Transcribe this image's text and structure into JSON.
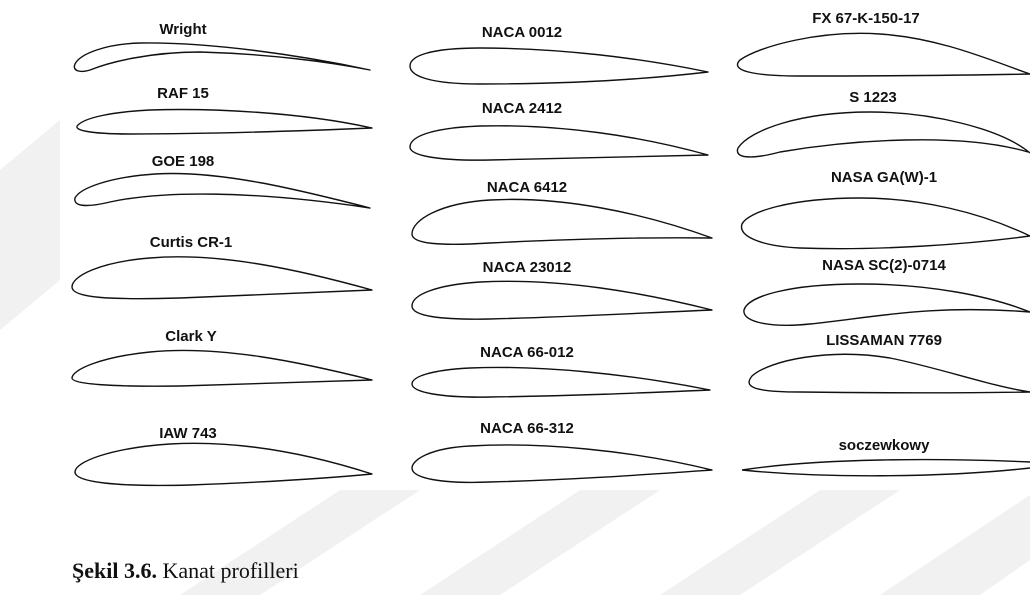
{
  "figure": {
    "columns": [
      {
        "airfoils": [
          "Wright",
          "RAF 15",
          "GOE 198",
          "Curtis CR-1",
          "Clark Y",
          "IAW 743"
        ]
      },
      {
        "airfoils": [
          "NACA 0012",
          "NACA 2412",
          "NACA 6412",
          "NACA 23012",
          "NACA 66-012",
          "NACA 66-312"
        ]
      },
      {
        "airfoils": [
          "FX 67-K-150-17",
          "S 1223",
          "NASA GA(W)-1",
          "NASA SC(2)-0714",
          "LISSAMAN 7769",
          "soczewkowy"
        ]
      }
    ]
  },
  "caption": {
    "number": "Şekil 3.6.",
    "text": "Kanat profilleri"
  }
}
